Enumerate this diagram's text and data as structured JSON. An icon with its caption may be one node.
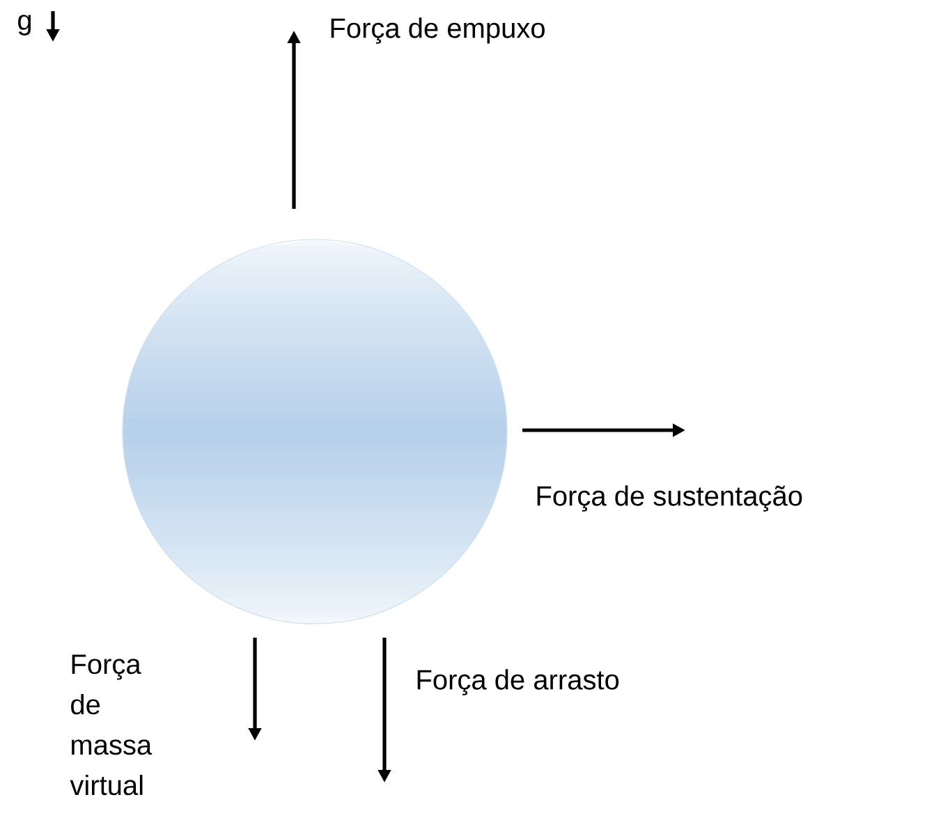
{
  "diagram": {
    "nodes": [
      {
        "text": [],
        "shape": "circle"
      }
    ],
    "labels": [
      "g",
      "Força de empuxo",
      "Força de sustentação",
      "Força de massa virtual",
      "Força de arrasto"
    ]
  }
}
